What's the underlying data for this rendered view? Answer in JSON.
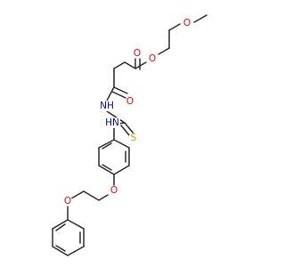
{
  "atoms": [
    {
      "id": "o_methoxy",
      "element": "O",
      "label": "O",
      "color": "#ff0000"
    },
    {
      "id": "o_ester_single",
      "element": "O",
      "label": "O",
      "color": "#ff0000"
    },
    {
      "id": "o_ester_carbonyl",
      "element": "O",
      "label": "O",
      "color": "#ff0000"
    },
    {
      "id": "o_amide_carbonyl",
      "element": "O",
      "label": "O",
      "color": "#ff0000"
    },
    {
      "id": "n_imide",
      "element": "N",
      "label": "NH",
      "color": "#0000ff"
    },
    {
      "id": "n_aniline",
      "element": "N",
      "label": "HN",
      "color": "#0000ff"
    },
    {
      "id": "s_thione",
      "element": "S",
      "label": "S",
      "color": "#b8a000"
    },
    {
      "id": "o_aryl_ether",
      "element": "O",
      "label": "O",
      "color": "#ff0000"
    },
    {
      "id": "o_phenoxy",
      "element": "O",
      "label": "O",
      "color": "#ff0000"
    }
  ],
  "bond_color": "#2b2b2b"
}
